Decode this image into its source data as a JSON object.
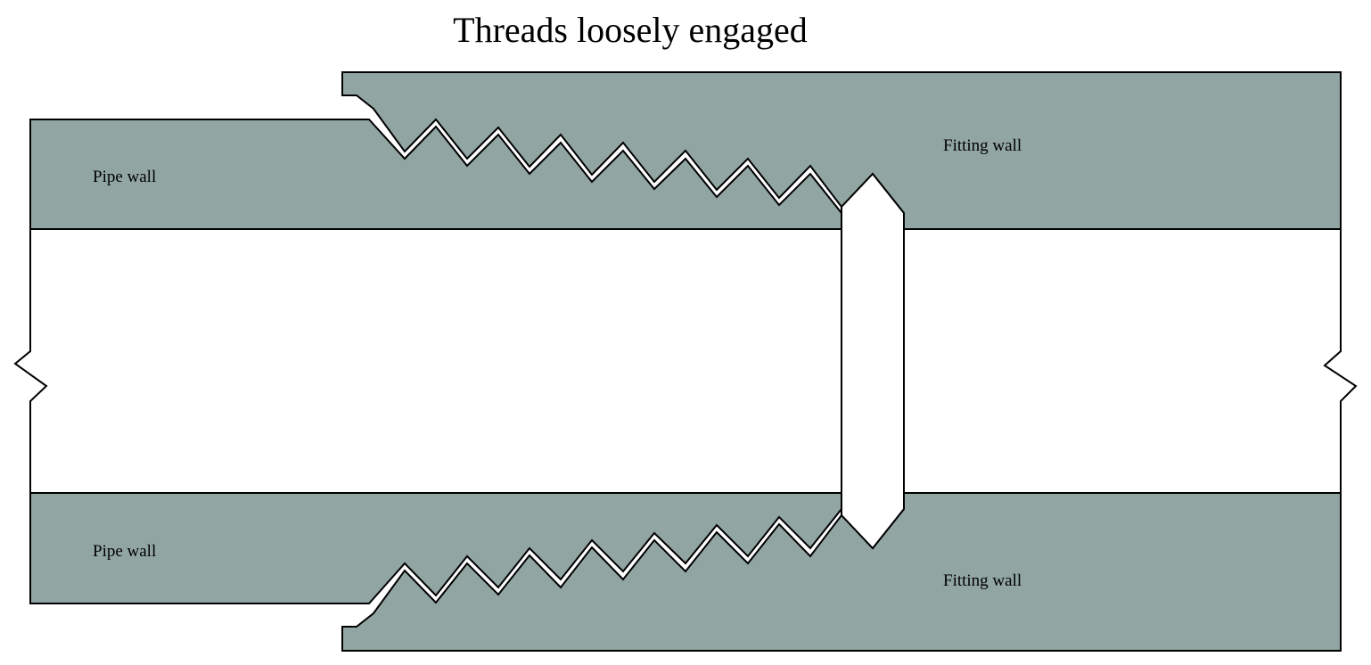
{
  "title": "Threads loosely engaged",
  "labels": {
    "pipe_wall_top": "Pipe wall",
    "pipe_wall_bottom": "Pipe wall",
    "fitting_wall_top": "Fitting wall",
    "fitting_wall_bottom": "Fitting wall"
  },
  "colors": {
    "wall_fill": "#91a5a3",
    "bore_fill": "#ffffff",
    "outline": "#000000",
    "background": "#ffffff"
  }
}
